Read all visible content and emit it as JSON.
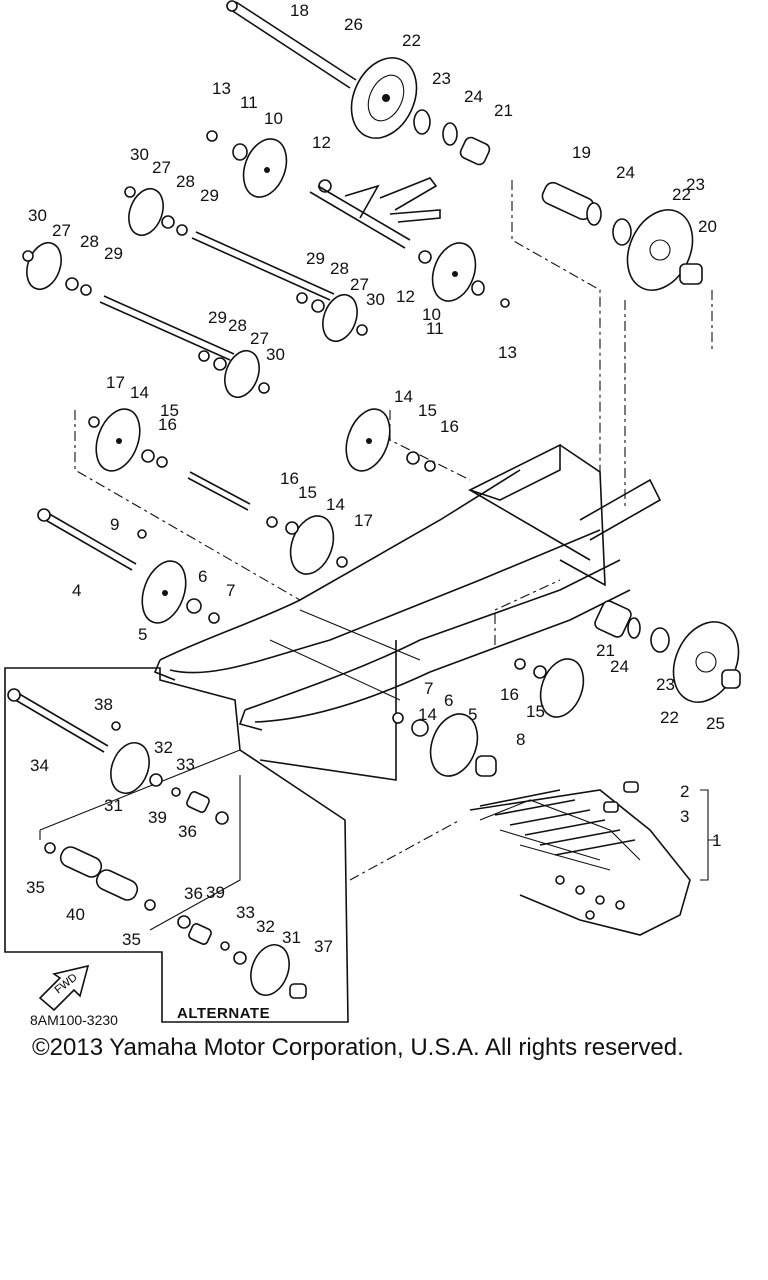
{
  "diagram": {
    "callouts": [
      "1",
      "2",
      "3",
      "4",
      "5",
      "5",
      "6",
      "6",
      "7",
      "7",
      "8",
      "9",
      "10",
      "10",
      "11",
      "11",
      "12",
      "12",
      "13",
      "13",
      "14",
      "14",
      "14",
      "14",
      "15",
      "15",
      "15",
      "15",
      "16",
      "16",
      "16",
      "16",
      "17",
      "17",
      "18",
      "19",
      "20",
      "21",
      "21",
      "22",
      "22",
      "22",
      "23",
      "23",
      "23",
      "24",
      "24",
      "24",
      "25",
      "26",
      "27",
      "27",
      "27",
      "27",
      "28",
      "28",
      "28",
      "28",
      "29",
      "29",
      "29",
      "29",
      "30",
      "30",
      "30",
      "30",
      "31",
      "31",
      "32",
      "32",
      "33",
      "33",
      "34",
      "35",
      "35",
      "36",
      "36",
      "37",
      "38",
      "39",
      "39",
      "40"
    ],
    "fwd_arrow_text": "FWD",
    "alternate_label": "ALTERNATE",
    "drawing_code": "8AM100-3230"
  },
  "footer": {
    "copyright": "©2013 Yamaha Motor Corporation, U.S.A. All rights reserved."
  }
}
